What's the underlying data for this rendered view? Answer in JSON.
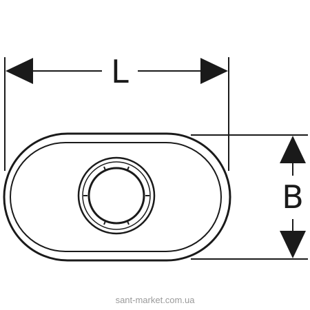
{
  "diagram": {
    "dimension_width_label": "L",
    "dimension_height_label": "B",
    "watermark": "sant-market.com.ua",
    "colors": {
      "line": "#1a1a1a",
      "background": "#ffffff",
      "watermark": "#9a9a9a"
    }
  }
}
